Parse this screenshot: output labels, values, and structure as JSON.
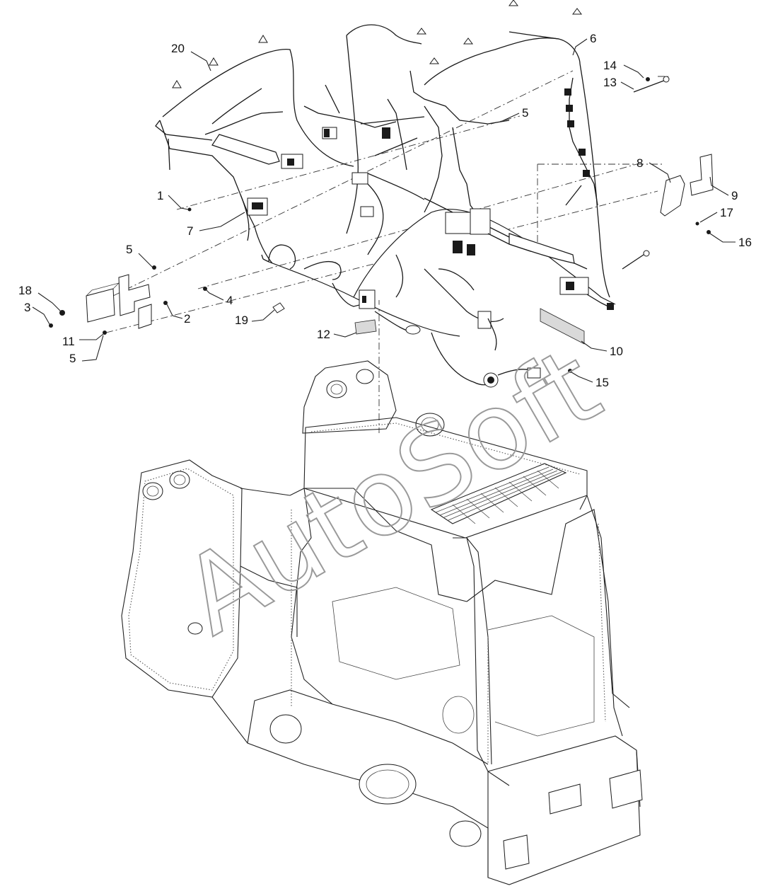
{
  "watermark": "AutoSoft",
  "callouts": [
    {
      "id": "c20",
      "label": "20"
    },
    {
      "id": "c6",
      "label": "6"
    },
    {
      "id": "c14",
      "label": "14"
    },
    {
      "id": "c13",
      "label": "13"
    },
    {
      "id": "c5a",
      "label": "5"
    },
    {
      "id": "c8",
      "label": "8"
    },
    {
      "id": "c9",
      "label": "9"
    },
    {
      "id": "c1",
      "label": "1"
    },
    {
      "id": "c17",
      "label": "17"
    },
    {
      "id": "c7",
      "label": "7"
    },
    {
      "id": "c16",
      "label": "16"
    },
    {
      "id": "c5b",
      "label": "5"
    },
    {
      "id": "c18",
      "label": "18"
    },
    {
      "id": "c4",
      "label": "4"
    },
    {
      "id": "c3",
      "label": "3"
    },
    {
      "id": "c2",
      "label": "2"
    },
    {
      "id": "c19",
      "label": "19"
    },
    {
      "id": "c11",
      "label": "11"
    },
    {
      "id": "c12",
      "label": "12"
    },
    {
      "id": "c10",
      "label": "10"
    },
    {
      "id": "c5c",
      "label": "5"
    },
    {
      "id": "c15",
      "label": "15"
    }
  ]
}
